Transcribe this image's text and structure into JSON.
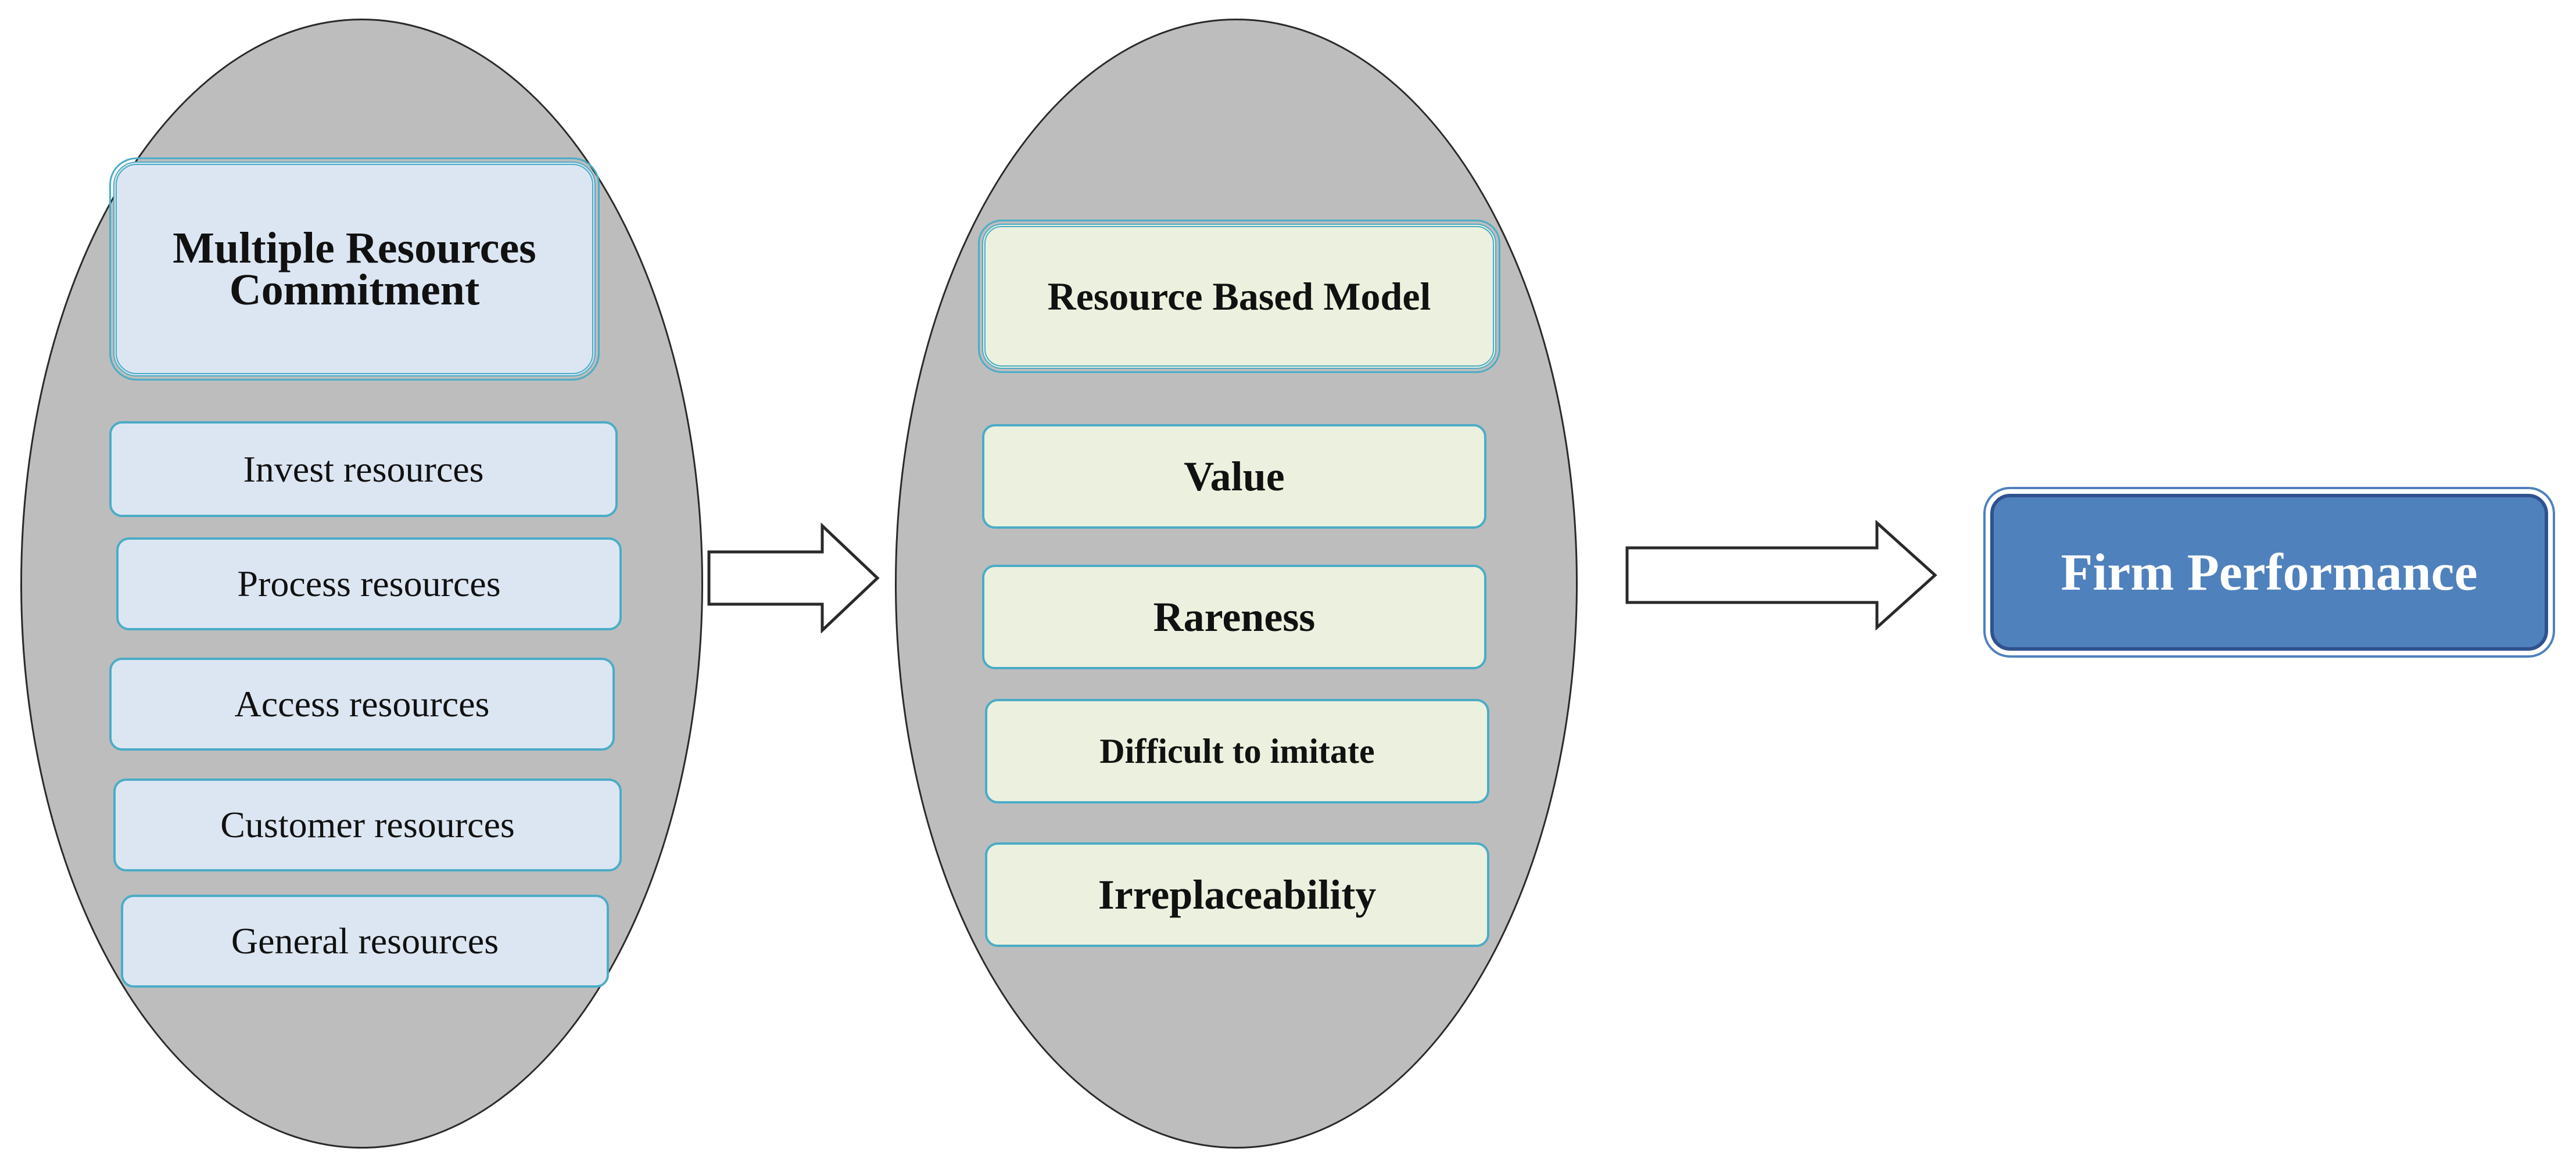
{
  "group1": {
    "title": "Multiple Resources Commitment",
    "items": [
      "Invest resources",
      "Process resources",
      "Access resources",
      "Customer resources",
      "General resources"
    ]
  },
  "group2": {
    "title": "Resource Based Model",
    "items": [
      "Value",
      "Rareness",
      "Difficult to imitate",
      "Irreplaceability"
    ]
  },
  "outcome": {
    "label": "Firm Performance"
  },
  "colors": {
    "ellipse_fill": "#bdbdbd",
    "blue_box_fill": "#dce6f2",
    "green_box_fill": "#ebf1de",
    "box_border": "#4bacc6",
    "outcome_fill": "#4f81bd",
    "outcome_border": "#2f528f"
  }
}
